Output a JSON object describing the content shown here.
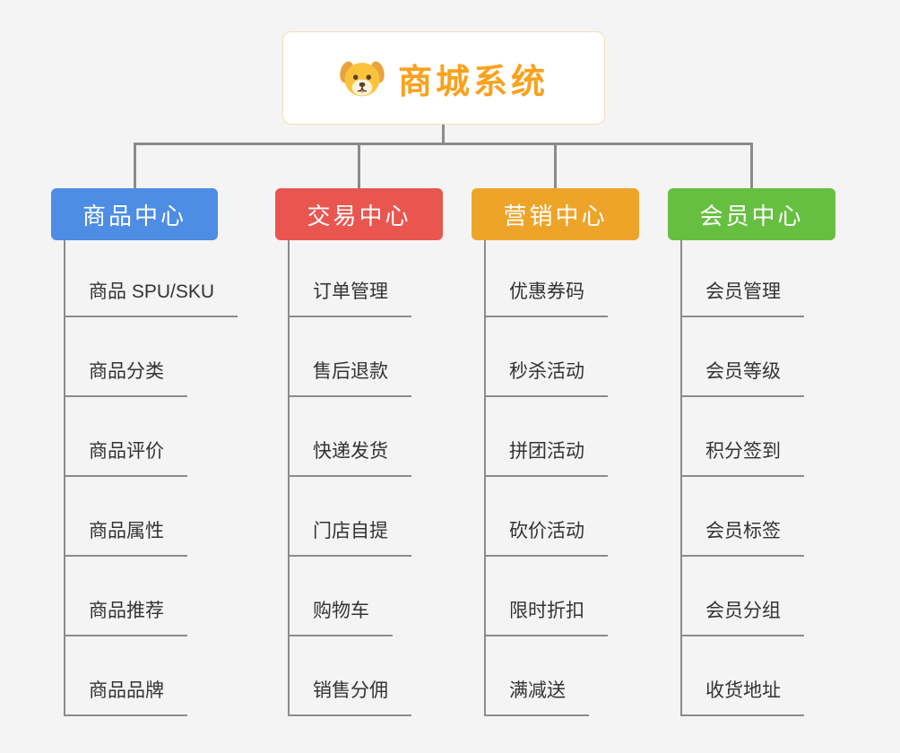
{
  "background": "#f4f4f4",
  "line_color": "#8b8b8b",
  "root": {
    "title": "商城系统",
    "icon": "dog-face-icon",
    "title_color": "#f9a21d",
    "border_color": "#f3debb"
  },
  "branches": [
    {
      "label": "商品中心",
      "color": "#4d8de4",
      "children": [
        "商品 SPU/SKU",
        "商品分类",
        "商品评价",
        "商品属性",
        "商品推荐",
        "商品品牌"
      ]
    },
    {
      "label": "交易中心",
      "color": "#e9564f",
      "children": [
        "订单管理",
        "售后退款",
        "快递发货",
        "门店自提",
        "购物车",
        "销售分佣"
      ]
    },
    {
      "label": "营销中心",
      "color": "#eea429",
      "children": [
        "优惠券码",
        "秒杀活动",
        "拼团活动",
        "砍价活动",
        "限时折扣",
        "满减送"
      ]
    },
    {
      "label": "会员中心",
      "color": "#67bf41",
      "children": [
        "会员管理",
        "会员等级",
        "积分签到",
        "会员标签",
        "会员分组",
        "收货地址"
      ]
    }
  ]
}
